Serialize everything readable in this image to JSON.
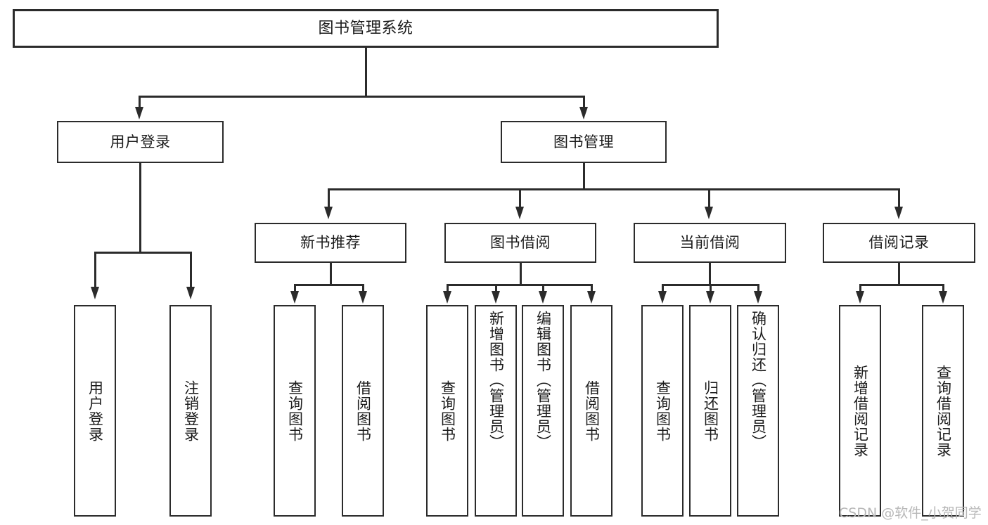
{
  "diagram": {
    "type": "tree",
    "title": "图书管理系统",
    "root": {
      "label": "图书管理系统"
    },
    "level2": [
      {
        "label": "用户登录"
      },
      {
        "label": "图书管理"
      }
    ],
    "level3": [
      {
        "label": "新书推荐"
      },
      {
        "label": "图书借阅"
      },
      {
        "label": "当前借阅"
      },
      {
        "label": "借阅记录"
      }
    ],
    "leaves": {
      "user_login": [
        {
          "label": "用户登录"
        },
        {
          "label": "注销登录"
        }
      ],
      "new_book_recommend": [
        {
          "label": "查询图书"
        },
        {
          "label": "借阅图书"
        }
      ],
      "book_borrow": [
        {
          "label": "查询图书"
        },
        {
          "label": "新增图书（管理员）"
        },
        {
          "label": "编辑图书（管理员）"
        },
        {
          "label": "借阅图书"
        }
      ],
      "current_borrow": [
        {
          "label": "查询图书"
        },
        {
          "label": "归还图书"
        },
        {
          "label": "确认归还（管理员）"
        }
      ],
      "borrow_record": [
        {
          "label": "新增借阅记录"
        },
        {
          "label": "查询借阅记录"
        }
      ]
    }
  },
  "watermark": {
    "text": "CSDN @软件_小贺同学"
  },
  "colors": {
    "stroke": "#2b2b2b",
    "text": "#1b1b1b",
    "background": "#ffffff",
    "watermark": "#b7b7b7"
  }
}
